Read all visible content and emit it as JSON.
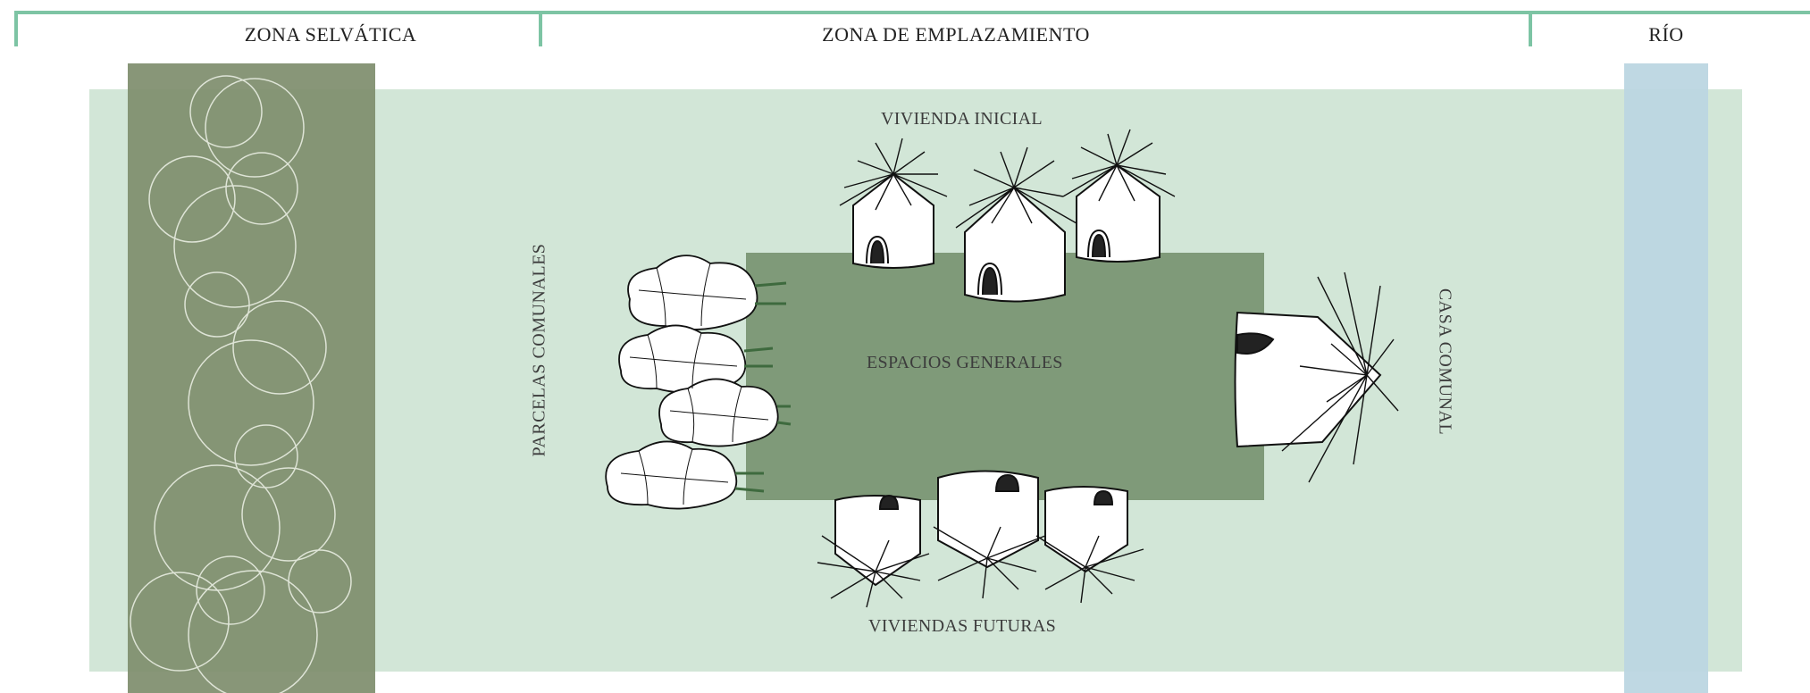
{
  "zones": {
    "forest": "ZONA SELVÁTICA",
    "site": "ZONA DE EMPLAZAMIENTO",
    "river": "RÍO"
  },
  "labels": {
    "initial_housing": "VIVIENDA INICIAL",
    "general_spaces": "ESPACIOS GENERALES",
    "future_housing": "VIVIENDAS FUTURAS",
    "communal_plots": "PARCELAS COMUNALES",
    "community_house": "CASA COMUNAL"
  },
  "colors": {
    "bracket": "#7dc4a4",
    "site": "#d2e6d7",
    "forest": "#7f8e6e",
    "river": "#bcd6e2",
    "general_spaces": "#7f9a79"
  }
}
